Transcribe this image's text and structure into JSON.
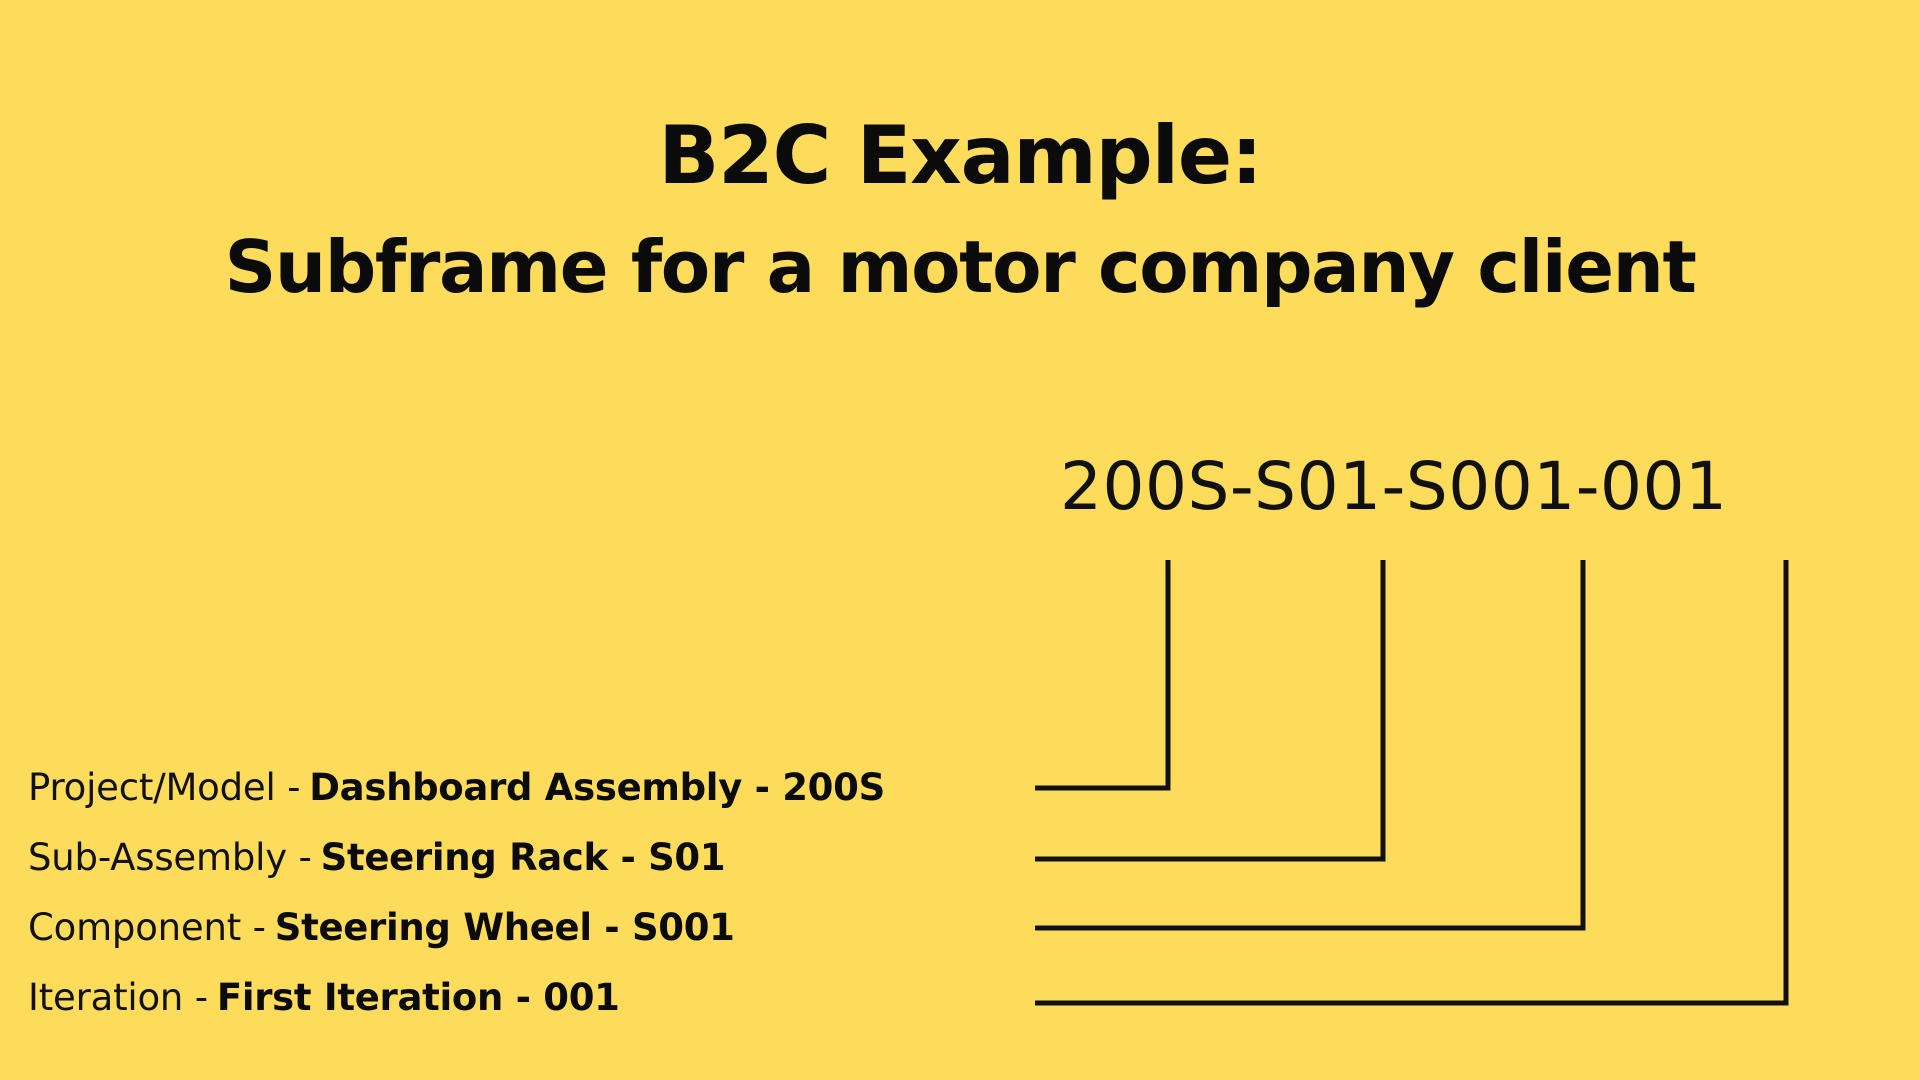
{
  "slide": {
    "background_color": "#FDDC5C",
    "ink_color": "#111111"
  },
  "heading": {
    "title": "B2C Example:",
    "subtitle": "Subframe for a motor company client"
  },
  "part_number": {
    "full_code": "200S-S01-S001-001",
    "segments": [
      "200S",
      "S01",
      "S001",
      "001"
    ],
    "separator": "-"
  },
  "legend": {
    "rows": [
      {
        "label": "Project/Model -",
        "value": "Dashboard Assembly - 200S",
        "name": "Dashboard Assembly",
        "code": "200S"
      },
      {
        "label": "Sub-Assembly -",
        "value": "Steering Rack - S01",
        "name": "Steering Rack",
        "code": "S01"
      },
      {
        "label": "Component -",
        "value": "Steering Wheel - S001",
        "name": "Steering Wheel",
        "code": "S001"
      },
      {
        "label": "Iteration -",
        "value": "First Iteration - 001",
        "name": "First Iteration",
        "code": "001"
      }
    ]
  },
  "connectors": {
    "description": "Four L-shaped leader lines linking each legend row to its matching code segment",
    "paths": [
      "M 1035 788 L 1168 788 L 1168 560",
      "M 1035 859 L 1383 859 L 1383 560",
      "M 1035 928 L 1583 928 L 1583 560",
      "M 1035 1003 L 1786 1003 L 1786 560"
    ]
  }
}
